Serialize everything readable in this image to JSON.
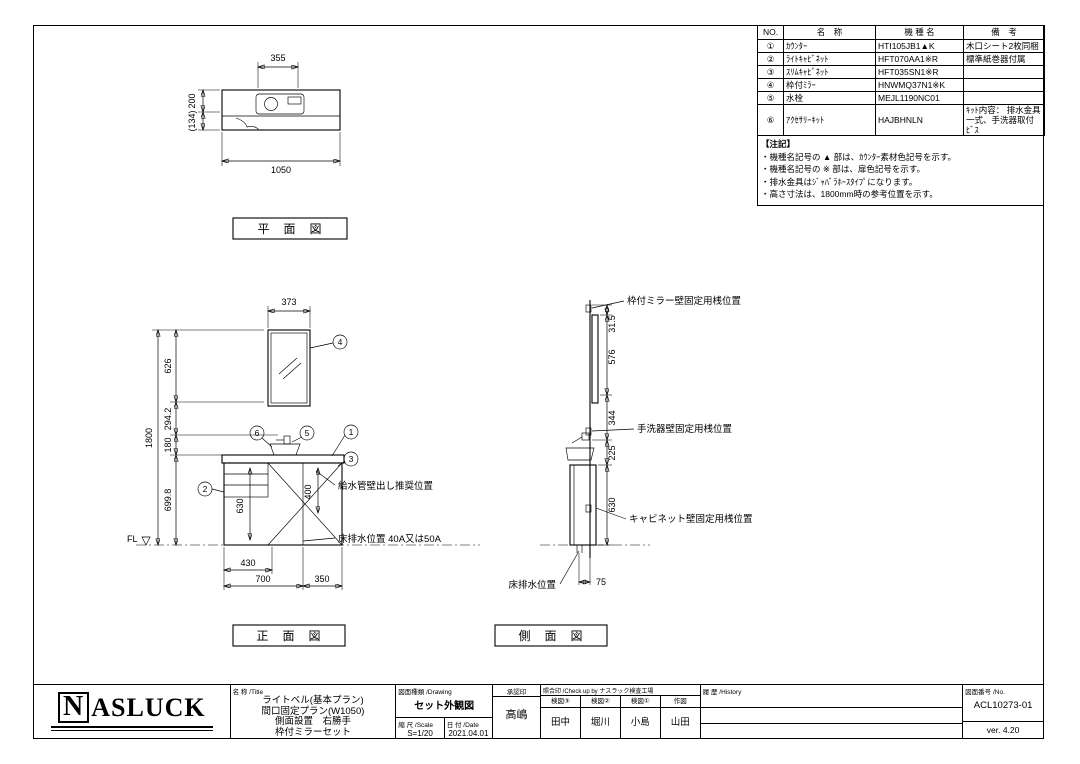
{
  "parts_table": {
    "headers": {
      "no": "NO.",
      "name": "名　称",
      "model": "機 種 名",
      "remarks": "備　考"
    },
    "rows": [
      {
        "no": "①",
        "name": "ｶｳﾝﾀｰ",
        "model": "HTI105JB1▲K",
        "remarks": "木口シート2枚同梱"
      },
      {
        "no": "②",
        "name": "ﾗｲﾄｷｬﾋﾞﾈｯﾄ",
        "model": "HFT070AA1※R",
        "remarks": "標準紙巻器付属"
      },
      {
        "no": "③",
        "name": "ｽﾘﾑｷｬﾋﾞﾈｯﾄ",
        "model": "HFT035SN1※R",
        "remarks": ""
      },
      {
        "no": "④",
        "name": "枠付ﾐﾗｰ",
        "model": "HNWMQ37N1※K",
        "remarks": ""
      },
      {
        "no": "⑤",
        "name": "水栓",
        "model": "MEJL1190NC01",
        "remarks": ""
      },
      {
        "no": "⑥",
        "name": "ｱｸｾｻﾘｰｷｯﾄ",
        "model": "HAJBHNLN",
        "remarks": "ｷｯﾄ内容： 排水金具一式、手洗器取付ﾋﾞｽ"
      }
    ]
  },
  "notes": {
    "title": "【注記】",
    "items": [
      "・機種名記号の ▲ 部は、ｶｳﾝﾀｰ素材色記号を示す。",
      "・機種名記号の ※ 部は、扉色記号を示す。",
      "・排水金具はｼﾞｬﾊﾞﾗﾎｰｽﾀｲﾌﾟになります。",
      "・高さ寸法は、1800mm時の参考位置を示す。"
    ]
  },
  "plan": {
    "label": "平　面　図",
    "d355": "355",
    "d1050": "1050",
    "d200": "200",
    "d134": "(134)"
  },
  "front": {
    "label": "正　面　図",
    "d373": "373",
    "d1800": "1800",
    "d626": "626",
    "d294_2": "294.2",
    "d180": "180",
    "d699_8": "699.8",
    "d630": "630",
    "d400": "400",
    "d430": "430",
    "d700": "700",
    "d350": "350",
    "fl": "FL",
    "c1": "1",
    "c2": "2",
    "c3": "3",
    "c4": "4",
    "c5": "5",
    "c6": "6",
    "lbl_supply": "給水管壁出し推奨位置",
    "lbl_drain": "床排水位置 40A又は50A"
  },
  "side": {
    "label": "側　面　図",
    "d31_5": "31.5",
    "d576": "576",
    "d344": "344",
    "d225": "225",
    "d630": "630",
    "d75": "75",
    "lbl_mirror": "枠付ミラー壁固定用桟位置",
    "lbl_basin": "手洗器壁固定用桟位置",
    "lbl_cabinet": "キャビネット壁固定用桟位置",
    "lbl_drain": "床排水位置"
  },
  "logo": {
    "n": "N",
    "rest": "ASLUCK"
  },
  "title_block": {
    "title_label": "名 称 /Title",
    "title_lines": [
      "ライトベル(基本プラン)",
      "間口固定プラン(W1050)",
      "側面設置　右勝手",
      "枠付ミラーセット"
    ],
    "drawing_label": "図面種類 /Drawing",
    "drawing_type": "セット外観図",
    "scale_label": "縮 尺 /Scale",
    "scale": "S=1/20",
    "date_label": "日 付 /Date",
    "date": "2021.04.01",
    "approver_label": "承認印",
    "approver": "高嶋",
    "check_label": "照合印 /Check up by ナスラック検査工場",
    "check_cols": [
      {
        "role": "検図③",
        "name": "田中"
      },
      {
        "role": "検図②",
        "name": "堀川"
      },
      {
        "role": "検図①",
        "name": "小島"
      },
      {
        "role": "作図",
        "name": "山田"
      }
    ],
    "history_label": "履 歴 /History",
    "number_label": "図面番号 /No.",
    "number": "ACL10273-01",
    "version": "ver. 4.20"
  }
}
